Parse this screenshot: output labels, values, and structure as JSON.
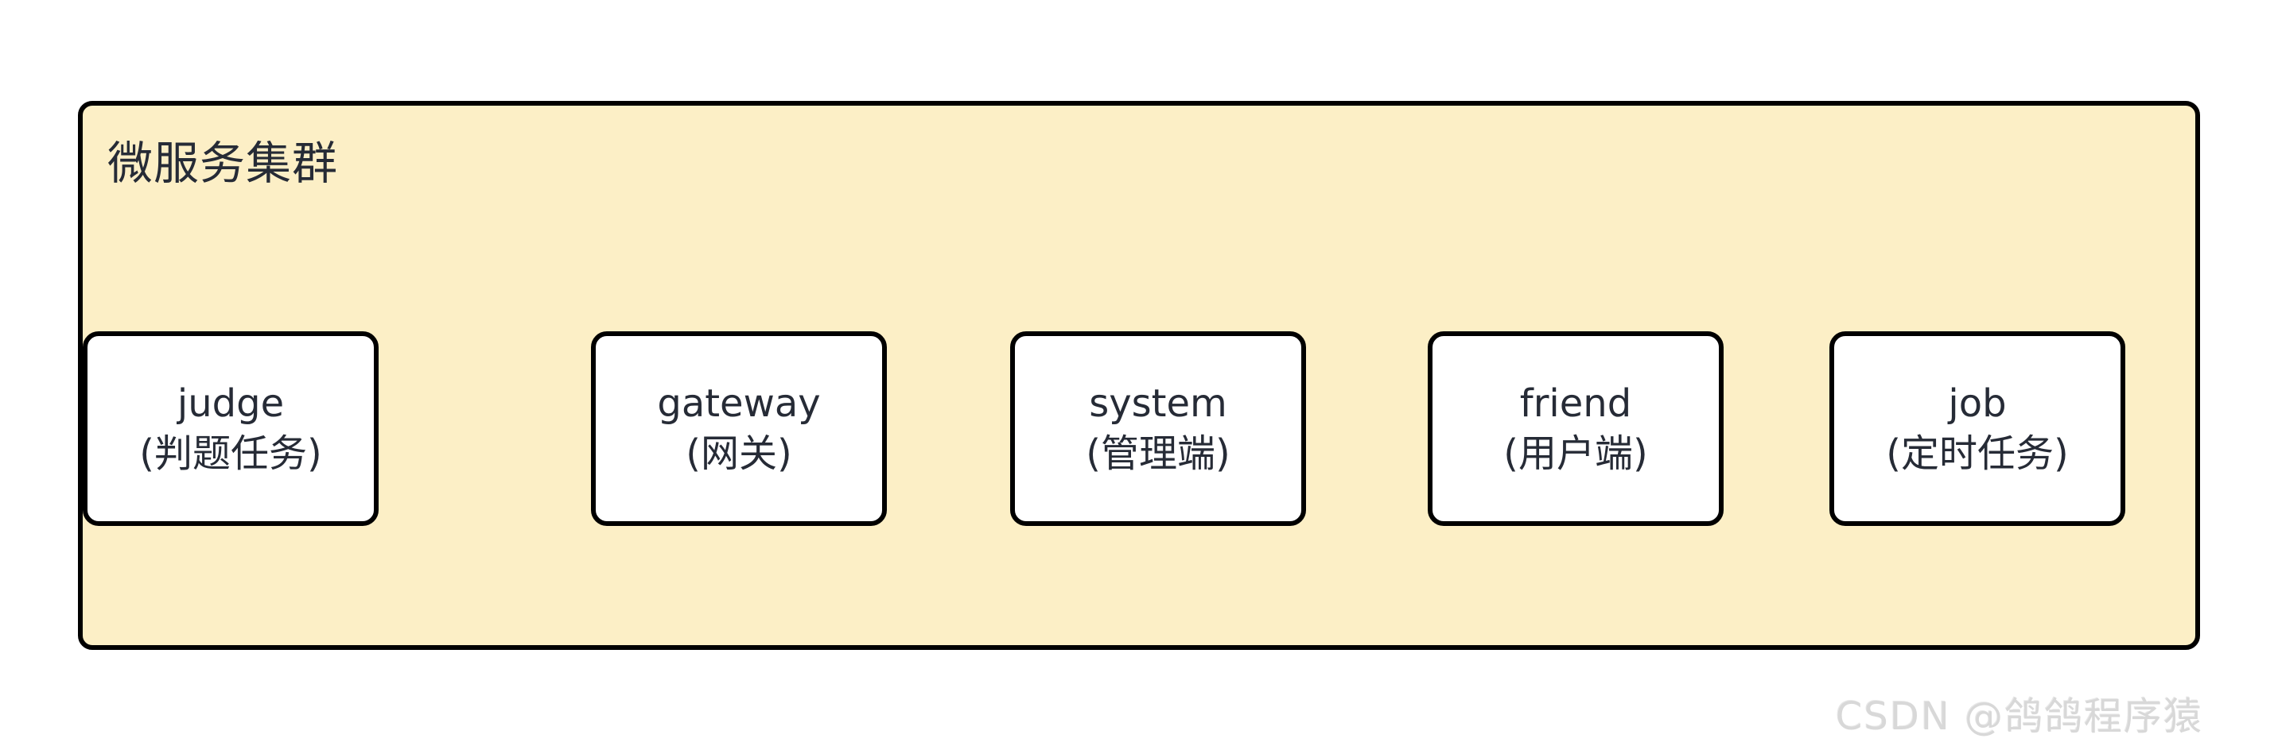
{
  "cluster": {
    "title": "微服务集群"
  },
  "services": [
    {
      "name": "gateway",
      "cn": "(网关)"
    },
    {
      "name": "system",
      "cn": "(管理端)"
    },
    {
      "name": "friend",
      "cn": "(用户端)"
    },
    {
      "name": "job",
      "cn": "(定时任务)"
    },
    {
      "name": "judge",
      "cn": "(判题任务)"
    }
  ],
  "watermark": {
    "text": "CSDN @鸽鸽程序猿"
  },
  "colors": {
    "cluster_fill": "#FCEFC6",
    "box_fill": "#FFFFFF",
    "stroke": "#000000",
    "text": "#262B36",
    "watermark": "#D8D8D8"
  }
}
